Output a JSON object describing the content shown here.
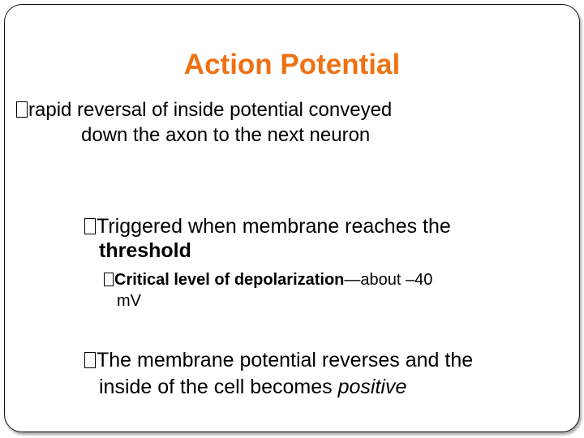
{
  "slide": {
    "title": "Action Potential",
    "bullet1": {
      "line1": "rapid reversal of inside potential  conveyed",
      "line2": "down the axon to the next neuron"
    },
    "bullet2": {
      "text": "Triggered when membrane reaches the",
      "bold": "threshold"
    },
    "bullet3": {
      "bold": "Critical level of depolarization",
      "rest": "—about –40",
      "line2": "mV"
    },
    "bullet4": {
      "line1": "The membrane potential reverses and the",
      "line2_plain": "inside of the cell becomes ",
      "line2_italic": "positive"
    }
  },
  "icons": {
    "bullet": "missing-glyph-bullet-icon"
  },
  "colors": {
    "title": "#ee7214",
    "text": "#000000",
    "border": "#111111"
  }
}
